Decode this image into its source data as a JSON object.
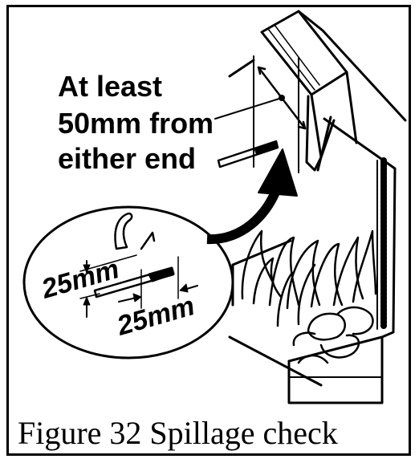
{
  "callout": {
    "line1": "At least",
    "line2": "50mm from",
    "line3": "either end"
  },
  "detail": {
    "vertical_dimension": "25mm",
    "horizontal_dimension": "25mm"
  },
  "caption": "Figure 32 Spillage check"
}
